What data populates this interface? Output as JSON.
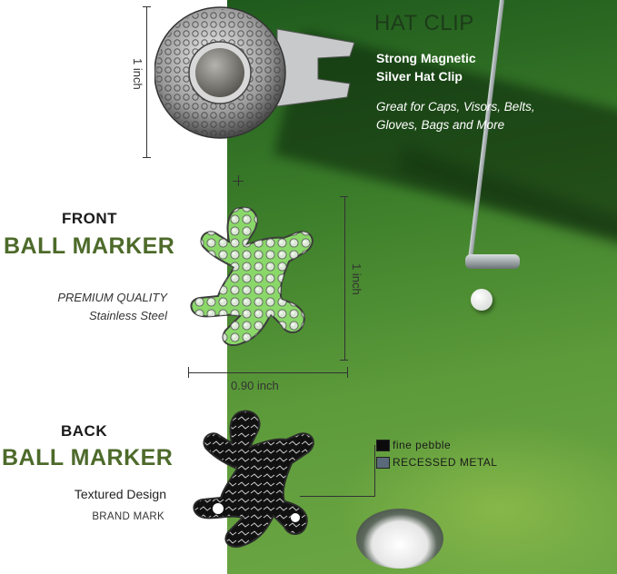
{
  "hat_clip": {
    "title": "HAT CLIP",
    "subtitle_line1": "Strong Magnetic",
    "subtitle_line2": "Silver Hat Clip",
    "desc_line1": "Great for Caps, Visors, Belts,",
    "desc_line2": "Gloves, Bags and More",
    "height_label": "1 inch"
  },
  "front": {
    "label_small": "FRONT",
    "label_big": "BALL MARKER",
    "quality_line1": "PREMIUM QUALITY",
    "quality_line2": "Stainless Steel",
    "height_label": "1 inch",
    "width_label": "0.90 inch",
    "gecko_color": "#7fd45a"
  },
  "back": {
    "label_small": "BACK",
    "label_big": "BALL MARKER",
    "desc": "Textured Design",
    "brand": "BRAND MARK",
    "legend": [
      {
        "swatch": "#0b0b0b",
        "label": "fine pebble"
      },
      {
        "swatch": "#5a6a7a",
        "label": "RECESSED METAL"
      }
    ]
  },
  "colors": {
    "accent_green": "#4d6a2a",
    "grass": "#3c7e2a"
  }
}
